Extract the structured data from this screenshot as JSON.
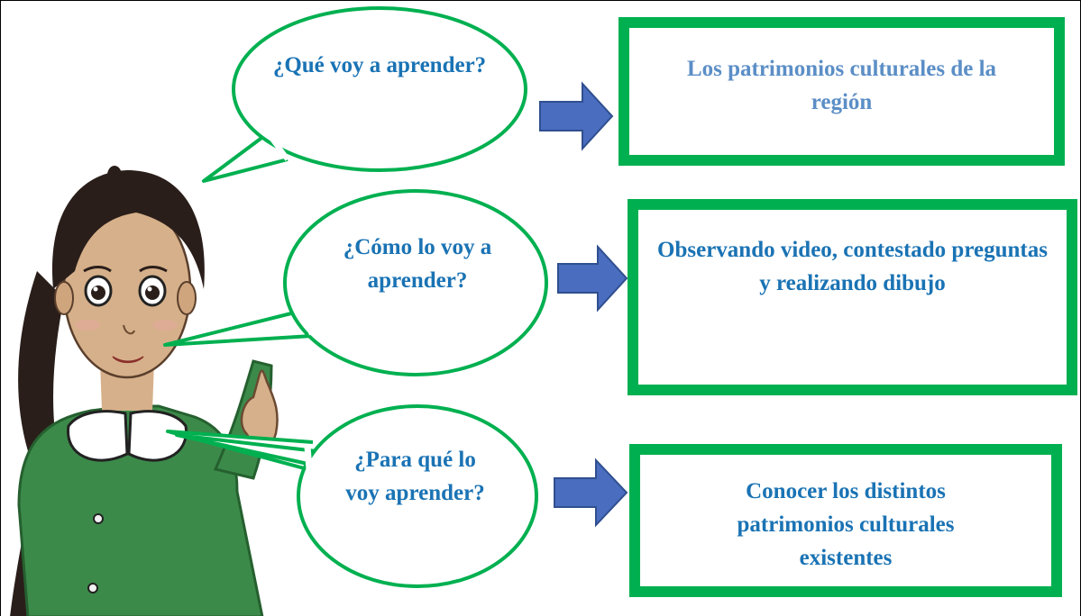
{
  "questions": {
    "what": "¿Qué voy a aprender?",
    "how": "¿Cómo lo voy a aprender?",
    "why": "¿Para qué lo voy aprender?"
  },
  "answers": {
    "what": "Los patrimonios culturales de la región",
    "how": "Observando video, contestado preguntas y realizando dibujo",
    "why": "Conocer los distintos patrimonios culturales existentes"
  },
  "colors": {
    "bubble_border": "#00b050",
    "box_border": "#00b050",
    "question_text": "#1a73b4",
    "answer_text_light": "#5b8ec6",
    "answer_text_dark": "#1a73b4",
    "arrow_fill": "#4a6dbf",
    "arrow_stroke": "#2f4f8f",
    "teacher_sweater": "#3c8a4a",
    "teacher_hair": "#2a1e1a",
    "teacher_skin": "#d6b08a"
  },
  "icons": {
    "arrow": "right-block-arrow",
    "teacher": "teacher-pointing-illustration"
  }
}
